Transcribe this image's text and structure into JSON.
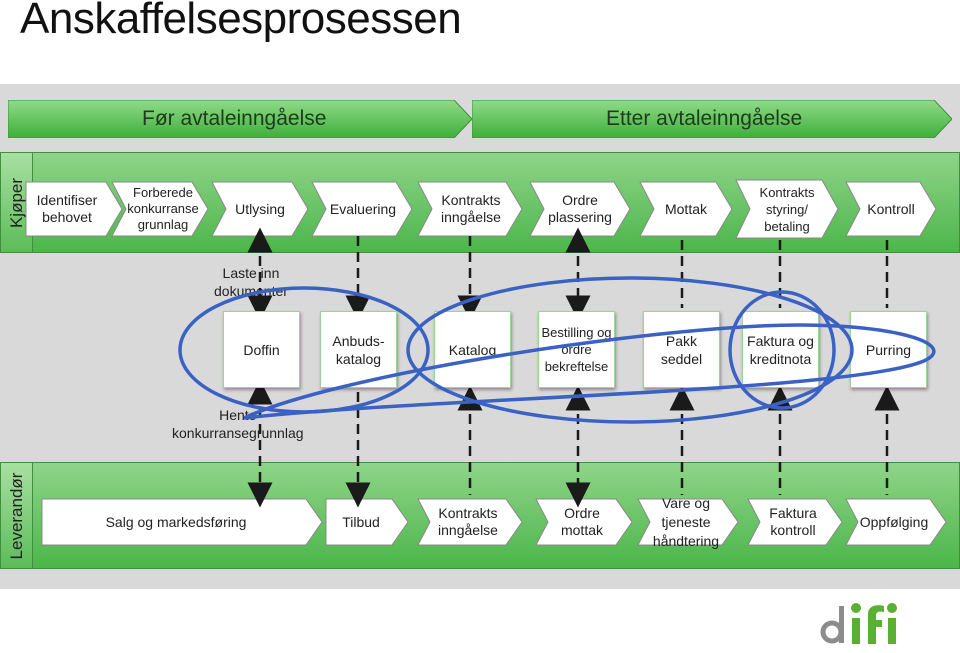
{
  "title": "Anskaffelsesprosessen",
  "phases": {
    "before": "Før avtaleinngåelse",
    "after": "Etter avtaleinngåelse"
  },
  "buyer": {
    "lane_label": "Kjøper",
    "steps": [
      "Identifiser\nbehovet",
      "Forberede\nkonkurranse\ngrunnlag",
      "Utlysing",
      "Evaluering",
      "Kontrakts\ninngåelse",
      "Ordre\nplassering",
      "Mottak",
      "Kontrakts\nstyring/\nbetaling",
      "Kontroll"
    ]
  },
  "documents": [
    "Doffin",
    "Anbuds-\nkatalog",
    "Katalog",
    "Bestilling og\nordre\nbekreftelse",
    "Pakk\nseddel",
    "Faktura og\nkreditnota",
    "Purring"
  ],
  "notes": {
    "upload": "Laste inn\ndokumenter",
    "fetch": "Hente\nkonkurransegrunnlag"
  },
  "supplier": {
    "lane_label": "Leverandør",
    "steps": [
      "Salg og markedsføring",
      "Tilbud",
      "Kontrakts\ninngåelse",
      "Ordre\nmottak",
      "Vare og\ntjeneste\nhåndtering",
      "Faktura\nkontroll",
      "Oppfølging"
    ]
  },
  "logo_text": "difi",
  "colors": {
    "lane_green": "#4cb64a",
    "ellipse_blue": "#3a62c4",
    "logo_green": "#5ab031",
    "logo_grey": "#8c8c8c"
  }
}
